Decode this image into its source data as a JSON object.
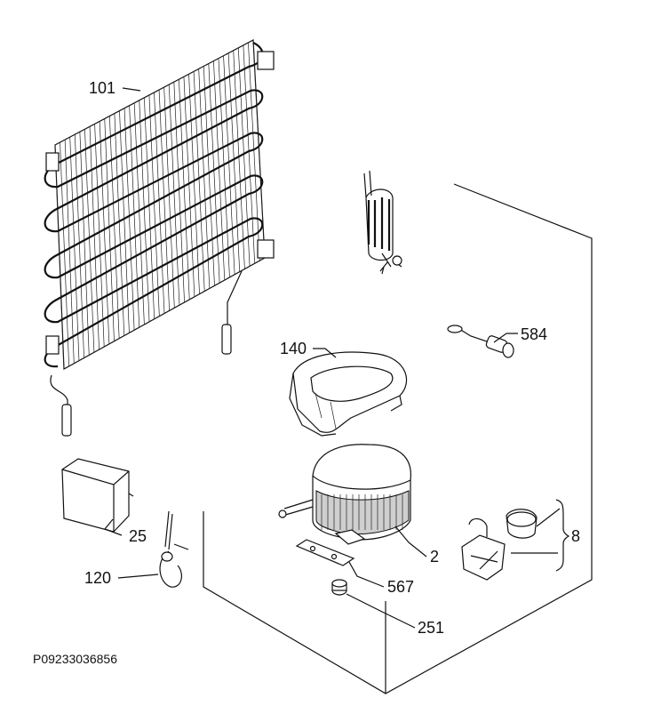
{
  "diagram": {
    "labels": {
      "condenser": "101",
      "compressor_box": "140",
      "sensor_584": "584",
      "relay_box": "25",
      "compressor": "2",
      "pipe_valve": "120",
      "mount_plate": "567",
      "grommet": "251",
      "starter_group": "8"
    },
    "footer_code": "P09233036856"
  }
}
